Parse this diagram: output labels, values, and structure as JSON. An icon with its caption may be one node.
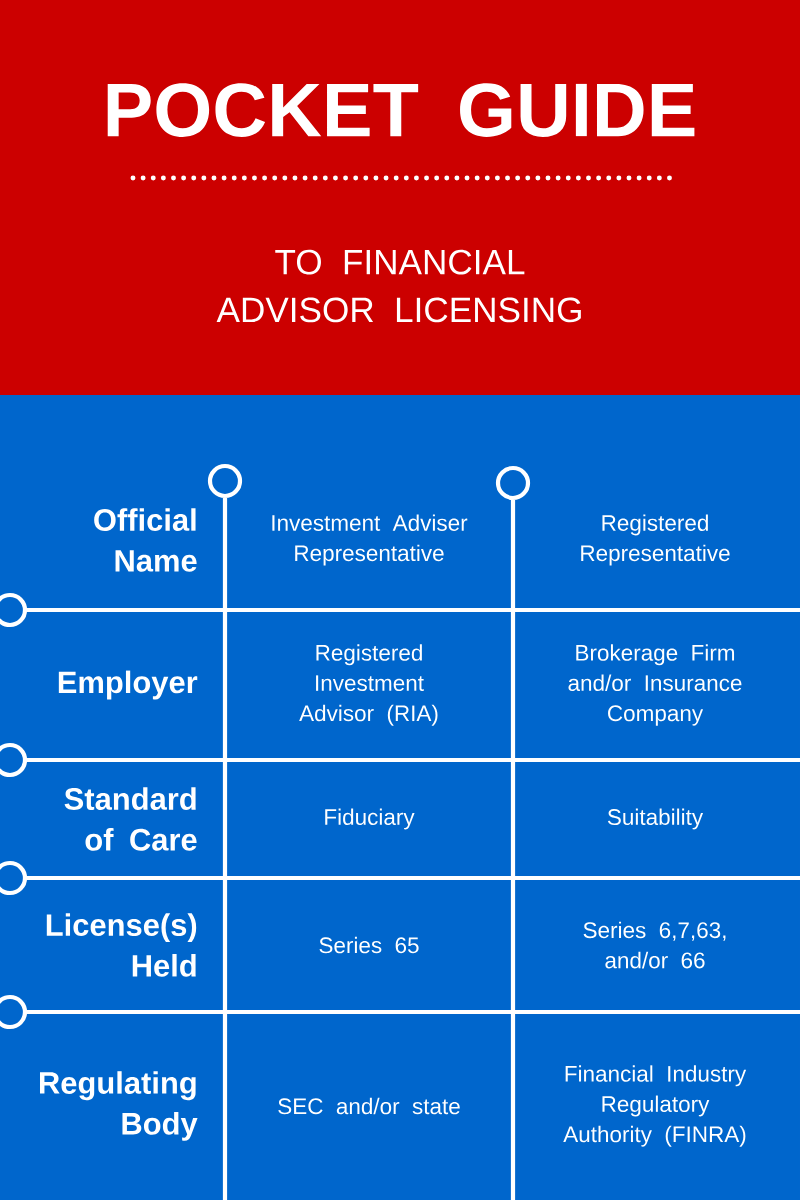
{
  "diagram": {
    "title": "POCKET GUIDE",
    "labels": [
      "TO FINANCIAL ADVISOR LICENSING",
      "Official Name",
      "Investment Adviser Representative",
      "Registered Representative",
      "Employer",
      "Registered Investment Advisor (RIA)",
      "Brokerage Firm and/or Insurance Company",
      "Standard of Care",
      "Fiduciary",
      "Suitability",
      "License(s) Held",
      "Series 65",
      "Series 6,7,63, and/or 66",
      "Regulating Body",
      "SEC and/or state",
      "Financial Industry Regulatory Authority (FINRA)"
    ]
  }
}
